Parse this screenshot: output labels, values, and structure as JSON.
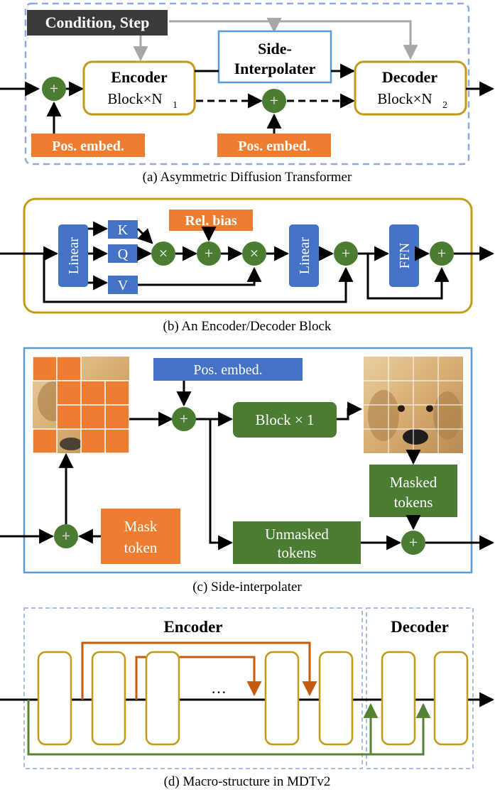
{
  "panel_a": {
    "condition_step": "Condition, Step",
    "side_interpolater": [
      "Side-",
      "Interpolater"
    ],
    "encoder_title": "Encoder",
    "encoder_sub": "Block×N",
    "encoder_sub_index": "1",
    "decoder_title": "Decoder",
    "decoder_sub": "Block×N",
    "decoder_sub_index": "2",
    "pos_embed_left": "Pos. embed.",
    "pos_embed_right": "Pos. embed.",
    "plus": "+",
    "caption": "(a) Asymmetric Diffusion Transformer"
  },
  "panel_b": {
    "linear_left": "Linear",
    "k": "K",
    "q": "Q",
    "v": "V",
    "rel_bias": "Rel. bias",
    "times": "×",
    "plus": "+",
    "linear_right": "Linear",
    "ffn": "FFN",
    "caption": "(b) An Encoder/Decoder Block"
  },
  "panel_c": {
    "pos_embed": "Pos. embed.",
    "block_x1": "Block × 1",
    "masked_tokens": [
      "Masked",
      "tokens"
    ],
    "mask_token": [
      "Mask",
      "token"
    ],
    "unmasked_tokens": [
      "Unmasked",
      "tokens"
    ],
    "plus": "+",
    "caption": "(c) Side-interpolater"
  },
  "panel_d": {
    "encoder": "Encoder",
    "decoder": "Decoder",
    "ellipsis": "···",
    "caption": "(d) Macro-structure in MDTv2"
  },
  "colors": {
    "gold": "#c39a14",
    "green": "#4a7c32",
    "blue": "#4472c4",
    "orange": "#ed7d31",
    "dash_blue": "#8ea9db",
    "light_blue_border": "#5b9bd5",
    "dark_label": "#3a3a3a",
    "dark_orange_arrow": "#c55a11",
    "green_arrow": "#548235"
  }
}
